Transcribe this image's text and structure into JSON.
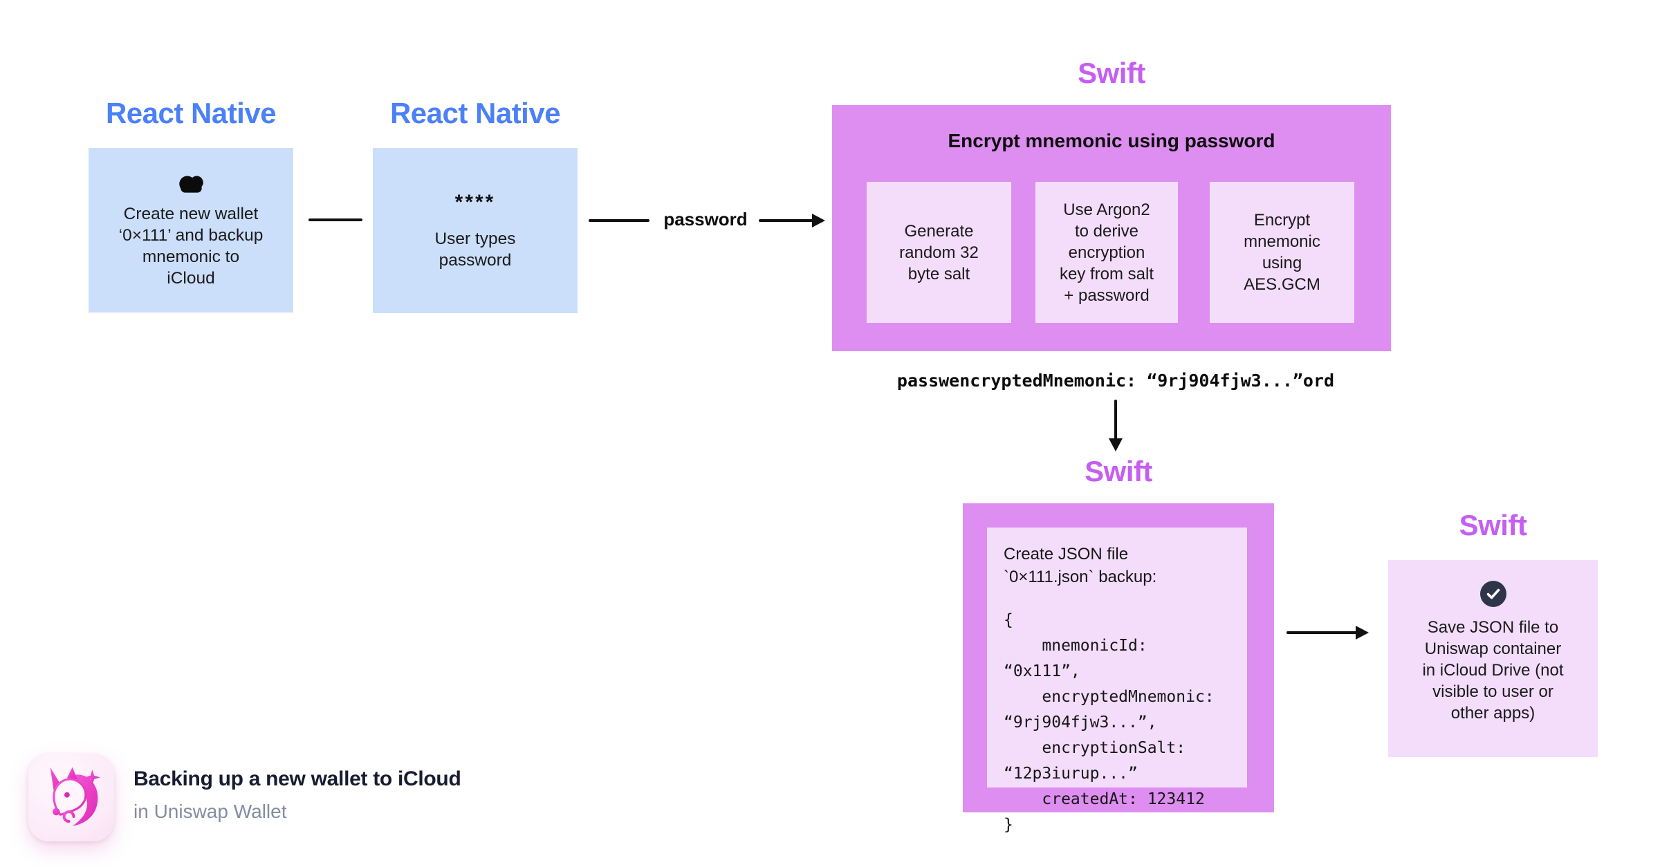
{
  "colors": {
    "blue_heading": "#4C80F6",
    "blue_box": "#CBDFFB",
    "purple_heading": "#C55EF2",
    "purple_box": "#DD8EF0",
    "lilac_box": "#F3DDFB",
    "check_circle": "#2E3548",
    "arrow": "#111111",
    "footer_title": "#171C30",
    "footer_subtitle": "#848CA2"
  },
  "headings": {
    "react_native": "React Native",
    "swift": "Swift"
  },
  "flow": {
    "create_wallet": {
      "icon": "cloud-icon",
      "text": "Create new wallet\n‘0×111’ and backup\nmnemonic to\niCloud"
    },
    "type_password": {
      "masked": "****",
      "text": "User types\npassword"
    },
    "password_label": "password",
    "encrypt": {
      "title": "Encrypt mnemonic using password",
      "steps": [
        "Generate\nrandom 32\nbyte salt",
        "Use Argon2\nto derive\nencryption\nkey from salt\n+ password",
        "Encrypt\nmnemonic\nusing\nAES.GCM"
      ]
    },
    "encrypted_output": "passwencryptedMnemonic: “9rj904fjw3...”ord",
    "json_backup": {
      "intro": "Create JSON file\n`0×111.json` backup:",
      "code": "{\n    mnemonicId:\n“0x111”,\n    encryptedMnemonic:\n“9rj904fjw3...”,\n    encryptionSalt:\n“12p3iurup...”\n    createdAt: 123412\n}"
    },
    "save": {
      "icon": "check-icon",
      "text": "Save JSON file to\nUniswap container\nin iCloud Drive (not\nvisible to user or\nother apps)"
    }
  },
  "footer": {
    "logo": "uniswap-unicorn-logo",
    "title": "Backing up a new wallet to iCloud",
    "subtitle": "in Uniswap Wallet"
  }
}
